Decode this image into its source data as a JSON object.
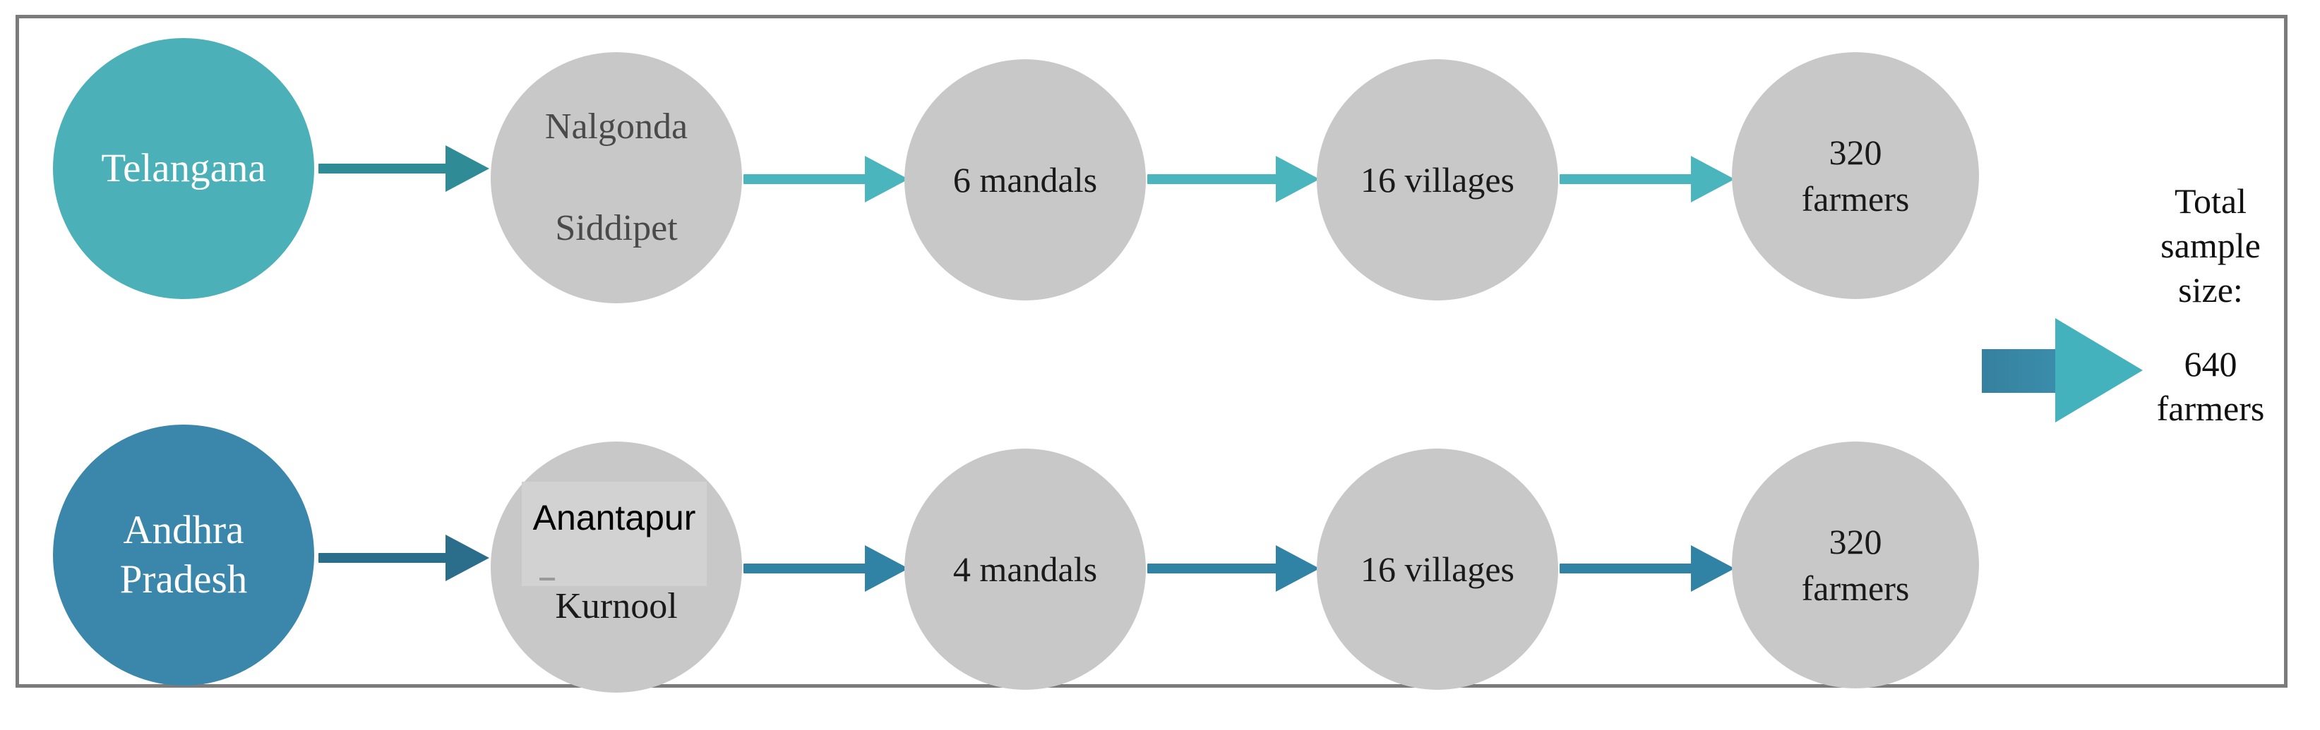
{
  "diagram": {
    "title": "Sampling framework",
    "colors": {
      "telangana_fill": "#4bb0b8",
      "andhra_fill": "#3a87ab",
      "stage_fill": "#c8c8c8",
      "arrow_teal_dark": "#2f8b95",
      "arrow_teal_light": "#4bb5bd",
      "arrow_blue": "#3183a6",
      "block_arrow_start": "#35819f",
      "block_arrow_end": "#44b2bd",
      "frame_border": "#7b7b7b",
      "text_dark": "#1a1a1a",
      "text_light": "#ffffff"
    }
  },
  "rows": [
    {
      "id": "telangana",
      "state": "Telangana",
      "districts": [
        "Nalgonda",
        "Siddipet"
      ],
      "mandals": "6 mandals",
      "villages": "16 villages",
      "farmers_count": "320",
      "farmers_label": "farmers"
    },
    {
      "id": "andhra_pradesh",
      "state_line1": "Andhra",
      "state_line2": "Pradesh",
      "districts": [
        "Anantapur",
        "Kurnool"
      ],
      "mandals": "4 mandals",
      "villages": "16 villages",
      "farmers_count": "320",
      "farmers_label": "farmers"
    }
  ],
  "total": {
    "line1": "Total",
    "line2": "sample",
    "line3": "size:",
    "value": "640",
    "unit": "farmers"
  }
}
